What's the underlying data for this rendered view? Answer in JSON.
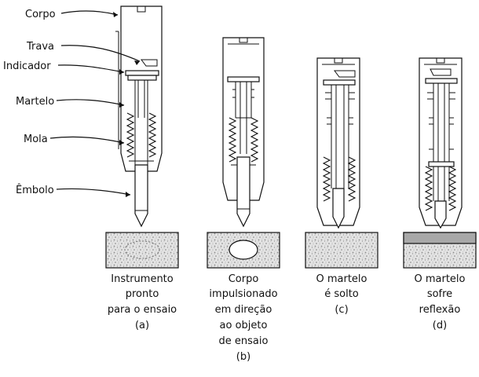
{
  "labels": {
    "corpo": "Corpo",
    "trava": "Trava",
    "indicador": "Indicador",
    "martelo": "Martelo",
    "mola": "Mola",
    "embolo": "Êmbolo"
  },
  "stages": [
    {
      "lines": [
        "Instrumento",
        "pronto",
        "para o ensaio"
      ],
      "tag": "(a)"
    },
    {
      "lines": [
        "Corpo",
        "impulsionado",
        "em direção",
        "ao objeto",
        "de ensaio"
      ],
      "tag": "(b)"
    },
    {
      "lines": [
        "O martelo",
        "é solto"
      ],
      "tag": "(c)"
    },
    {
      "lines": [
        "O martelo",
        "sofre",
        "reflexão"
      ],
      "tag": "(d)"
    }
  ],
  "colors": {
    "line": "#111111",
    "stone_texture": "#d6d6d6",
    "impact_layer": "#a8a8a8"
  }
}
